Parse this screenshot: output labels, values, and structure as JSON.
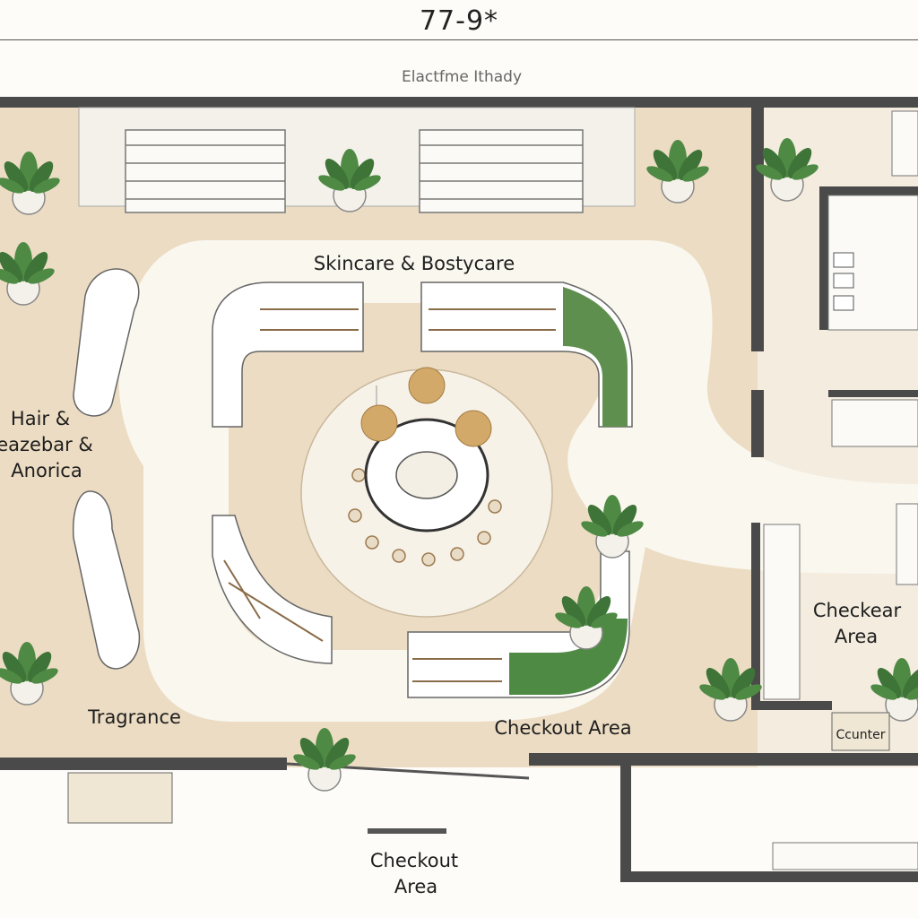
{
  "header": {
    "title": "77-9*",
    "subtitle": "Elactfme Ithady"
  },
  "zones": {
    "skincare": "Skincare & Bostycare",
    "hair_line1": "Hair &",
    "hair_line2": "eazebar &",
    "hair_line3": "Anorica",
    "fragrance": "Tragrance",
    "checkout_center": "Checkout Area",
    "checkear_line1": "Checkear",
    "checkear_line2": "Area",
    "checkout_bottom_line1": "Checkout",
    "checkout_bottom_line2": "Area",
    "counter_sign": "Ccunter"
  },
  "colors": {
    "floor": "#ecdcc3",
    "walkway": "#faf7ef",
    "wall": "#4a4a4a",
    "fixture": "#ffffff",
    "greenery": "#4f8a45",
    "wood": "#c99c5f"
  },
  "icons": [
    "potted-plant-icon",
    "pendant-lamp-icon",
    "chair-icon"
  ]
}
